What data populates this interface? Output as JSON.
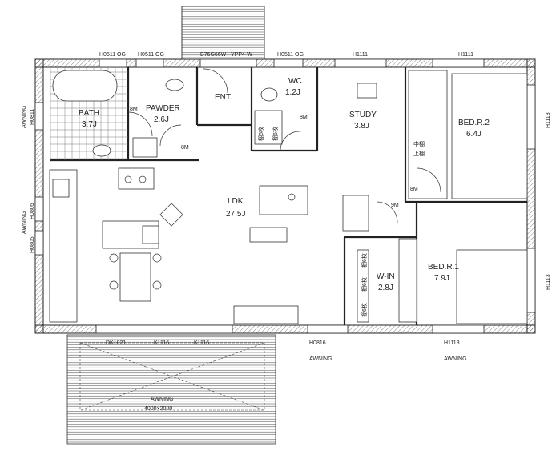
{
  "rooms": {
    "bath": {
      "name": "BATH",
      "size": "3.7J"
    },
    "powder": {
      "name": "PAWDER",
      "size": "2.6J"
    },
    "ent": {
      "name": "ENT."
    },
    "wc": {
      "name": "WC",
      "size": "1.2J"
    },
    "study": {
      "name": "STUDY",
      "size": "3.8J"
    },
    "bed2": {
      "name": "BED.R.2",
      "size": "6.4J"
    },
    "ldk": {
      "name": "LDK",
      "size": "27.5J"
    },
    "win": {
      "name": "W-IN",
      "size": "2.8J"
    },
    "bed1": {
      "name": "BED.R.1",
      "size": "7.9J"
    }
  },
  "windows": {
    "top": [
      "H0511 OG",
      "H0511 OG",
      "B76G66W",
      "YPP4-W",
      "H0511 OG",
      "H1111",
      "H1111"
    ],
    "left": [
      "H0811",
      "H0805",
      "H0805"
    ],
    "right": [
      "H1113",
      "H1113"
    ],
    "bottom": [
      "DK1021",
      "K1116",
      "K1116",
      "H0816",
      "H1113"
    ]
  },
  "awnings": {
    "left_top": "AWNING",
    "left_mid": "AWNING",
    "bottom_mid": "AWNING",
    "bottom_right": "AWNING",
    "deck": "AWNING",
    "deck_size": "4000×2000"
  },
  "storage": {
    "shelf_a": "棚6枚",
    "shelf_b": "棚6枚",
    "closet_mid": "中棚",
    "closet_top": "上棚",
    "win_shelf_1": "棚6枚",
    "win_shelf_2": "棚6枚",
    "win_shelf_3": "棚6枚"
  },
  "door_marks": {
    "bath": "8M",
    "powder": "8M",
    "wc": "8M",
    "bed2": "8M",
    "bed1": "9M"
  }
}
